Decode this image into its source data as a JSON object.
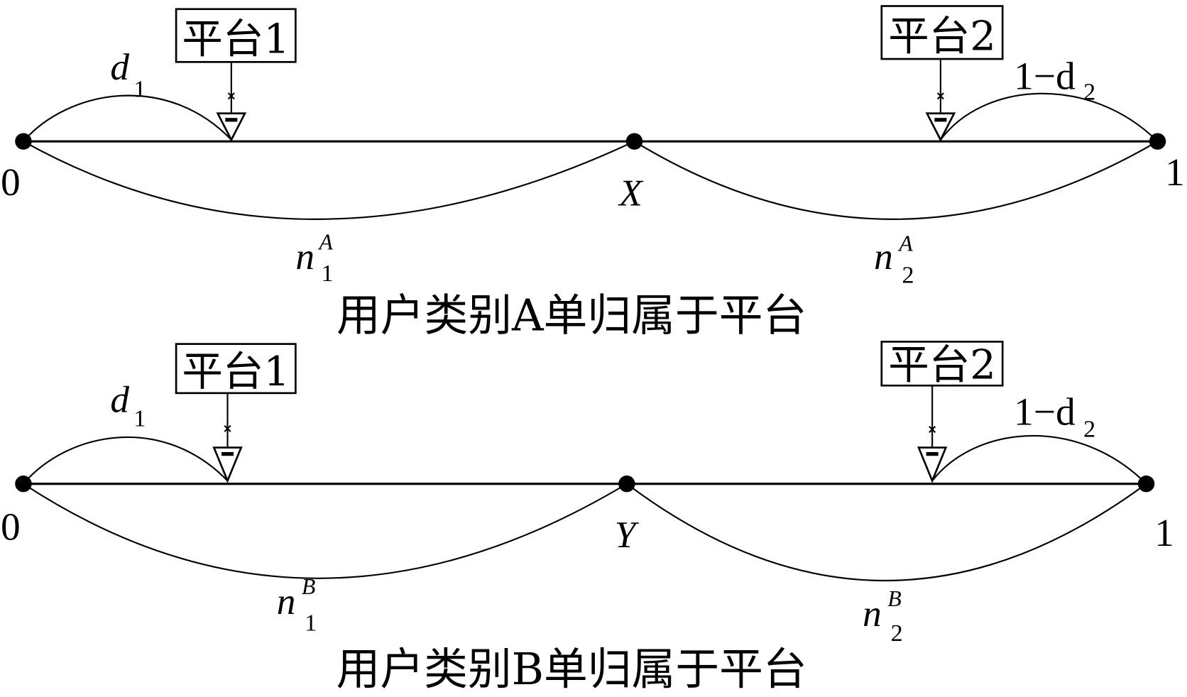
{
  "colors": {
    "stroke": "#000000",
    "background": "#ffffff"
  },
  "panels": [
    {
      "platform_left": "平台1",
      "platform_right": "平台2",
      "d1": {
        "base": "d",
        "sub": "1"
      },
      "d2": {
        "base": "1−d",
        "sub": "2"
      },
      "left_end": "0",
      "boundary": "X",
      "right_end": "1",
      "n1": {
        "base": "n",
        "sup": "A",
        "sub": "1"
      },
      "n2": {
        "base": "n",
        "sup": "A",
        "sub": "2"
      },
      "caption": "用户类别A单归属于平台"
    },
    {
      "platform_left": "平台1",
      "platform_right": "平台2",
      "d1": {
        "base": "d",
        "sub": "1"
      },
      "d2": {
        "base": "1−d",
        "sub": "2"
      },
      "left_end": "0",
      "boundary": "Y",
      "right_end": "1",
      "n1": {
        "base": "n",
        "sup": "B",
        "sub": "1"
      },
      "n2": {
        "base": "n",
        "sup": "B",
        "sub": "2"
      },
      "caption": "用户类别B单归属于平台"
    }
  ]
}
